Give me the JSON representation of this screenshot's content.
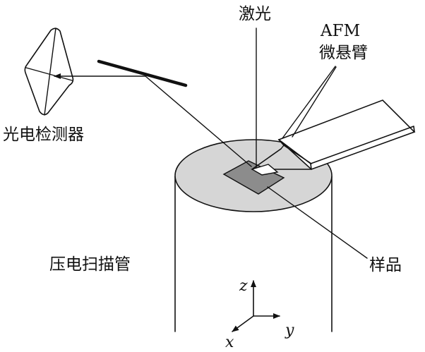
{
  "labels": {
    "laser": "激光",
    "afm_line1": "AFM",
    "afm_line2": "微悬臂",
    "detector": "光电检测器",
    "scanner": "压电扫描管",
    "sample": "样品"
  },
  "axes": {
    "z": "z",
    "x": "x",
    "y": "y"
  },
  "colors": {
    "ink": "#111111",
    "disc_fill": "#d6d6d6",
    "sample_fill": "#8c8c8c"
  }
}
